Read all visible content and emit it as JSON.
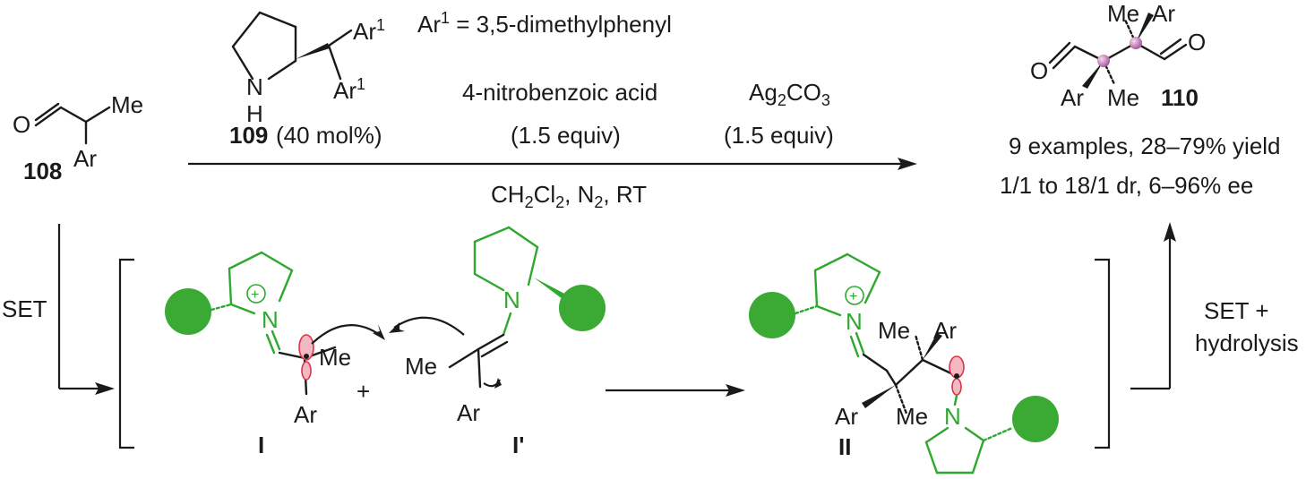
{
  "catalyst": {
    "ar_group": "Ar¹ = 3,5-dimethylphenyl",
    "id": "109",
    "loading": "(40 mol%)",
    "ar_label": "Ar",
    "ar_sup": "1",
    "nh_n": "N",
    "nh_h": "H"
  },
  "reagents": {
    "acid": "4-nitrobenzoic acid",
    "acid_equiv": "(1.5 equiv)",
    "oxidant_base": "Ag",
    "oxidant_sub": "2",
    "oxidant_tail": "CO",
    "oxidant_sub2": "3",
    "oxidant_equiv": "(1.5 equiv)",
    "conditions": "CH₂Cl₂, N₂, RT"
  },
  "substrate": {
    "id": "108",
    "o": "O",
    "me": "Me",
    "ar": "Ar"
  },
  "product": {
    "id": "110",
    "o1": "O",
    "o2": "O",
    "me1": "Me",
    "me2": "Me",
    "ar1": "Ar",
    "ar2": "Ar",
    "examples": "9 examples, 28–79% yield",
    "selectivity": "1/1 to 18/1 dr, 6–96% ee"
  },
  "steps": {
    "set": "SET",
    "set_hydrolysis_1": "SET +",
    "set_hydrolysis_2": "hydrolysis"
  },
  "intermediates": {
    "i_label": "I",
    "i_prime_label": "I'",
    "ii_label": "II",
    "n": "N",
    "plus_charge": "+",
    "me": "Me",
    "ar": "Ar",
    "plus": "+"
  },
  "colors": {
    "catalyst_green": "#2ea82e",
    "ball_green": "#3aaa35",
    "radical_orbital": "#f4b8c2",
    "radical_outline": "#d8344a",
    "stereocenter": "#c890c0"
  }
}
